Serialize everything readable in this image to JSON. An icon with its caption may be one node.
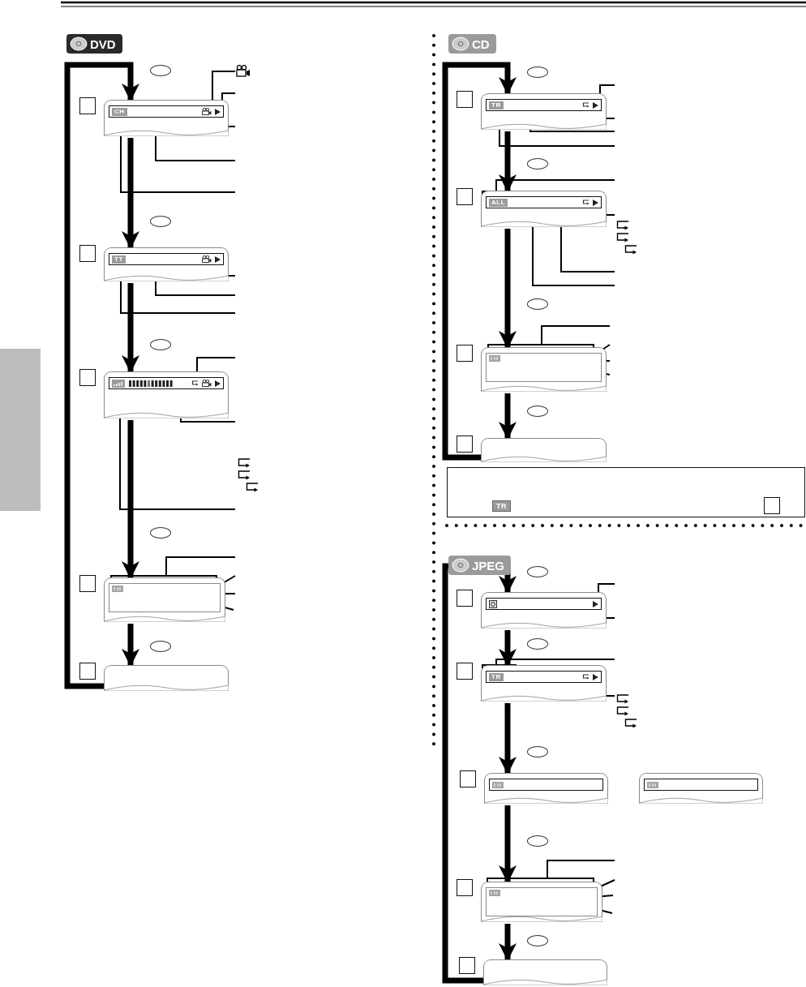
{
  "diagram": {
    "nodes": [
      {
        "text": [
          "CH"
        ]
      },
      {
        "text": [
          "TT"
        ]
      },
      {
        "text": [],
        "shape": "box"
      },
      {
        "text": [],
        "shape": "box"
      },
      {
        "text": [],
        "shape": "box"
      },
      {
        "text": [
          "TR"
        ]
      },
      {
        "text": [
          "ALL"
        ]
      },
      {
        "text": [],
        "shape": "box"
      },
      {
        "text": [],
        "shape": "box"
      },
      {
        "text": [],
        "shape": "box"
      },
      {
        "text": [
          "TR"
        ]
      },
      {
        "text": [],
        "shape": "box"
      },
      {
        "text": [],
        "shape": "box"
      },
      {
        "text": [],
        "shape": "box"
      },
      {
        "text": [],
        "shape": "box"
      },
      {
        "text": [],
        "shape": "bar"
      },
      {
        "text": [],
        "shape": "camera"
      }
    ],
    "edges": [
      {
        "from": 0,
        "to": 1,
        "arrow": "to",
        "style": "thick"
      },
      {
        "from": 1,
        "to": 2,
        "arrow": "to",
        "style": "thick"
      },
      {
        "from": 2,
        "to": 3,
        "arrow": "to",
        "style": "thick"
      },
      {
        "from": 3,
        "to": 4,
        "arrow": "to",
        "style": "thick"
      },
      {
        "from": 4,
        "to": 0,
        "arrow": "to",
        "style": "thick"
      },
      {
        "from": 5,
        "to": 6,
        "arrow": "to",
        "style": "thick"
      },
      {
        "from": 6,
        "to": 7,
        "arrow": "to",
        "style": "thick"
      },
      {
        "from": 7,
        "to": 8,
        "arrow": "to",
        "style": "thick"
      },
      {
        "from": 8,
        "to": 5,
        "arrow": "to",
        "style": "thick"
      },
      {
        "from": 9,
        "to": 10,
        "arrow": "to",
        "style": "thick"
      },
      {
        "from": 10,
        "to": 11,
        "arrow": "to",
        "style": "thick"
      },
      {
        "from": 11,
        "to": 13,
        "arrow": "to",
        "style": "thick"
      },
      {
        "from": 13,
        "to": 14,
        "arrow": "to",
        "style": "thick"
      },
      {
        "from": 14,
        "to": 9,
        "arrow": "to",
        "style": "thick"
      },
      {
        "from": 0,
        "to": 16,
        "arrow": "none"
      },
      {
        "from": 0,
        "to": null,
        "arrow": "none"
      },
      {
        "from": 0,
        "to": null,
        "arrow": "none"
      },
      {
        "from": 0,
        "to": null,
        "arrow": "none"
      },
      {
        "from": 0,
        "to": null,
        "arrow": "none"
      },
      {
        "from": 1,
        "to": null,
        "arrow": "none"
      },
      {
        "from": 1,
        "to": null,
        "arrow": "none"
      },
      {
        "from": 1,
        "to": null,
        "arrow": "none"
      },
      {
        "from": 2,
        "to": null,
        "arrow": "none"
      },
      {
        "from": 2,
        "to": null,
        "arrow": "none"
      },
      {
        "from": 2,
        "to": null,
        "arrow": "none"
      },
      {
        "from": 3,
        "to": null,
        "arrow": "none"
      },
      {
        "from": 3,
        "to": null,
        "arrow": "none"
      },
      {
        "from": 3,
        "to": null,
        "arrow": "none"
      },
      {
        "from": 3,
        "to": null,
        "arrow": "none"
      },
      {
        "from": 5,
        "to": null,
        "arrow": "none"
      },
      {
        "from": 5,
        "to": null,
        "arrow": "none"
      },
      {
        "from": 5,
        "to": null,
        "arrow": "none"
      },
      {
        "from": 5,
        "to": null,
        "arrow": "none"
      },
      {
        "from": 6,
        "to": null,
        "arrow": "none"
      },
      {
        "from": 6,
        "to": null,
        "arrow": "none"
      },
      {
        "from": 6,
        "to": null,
        "arrow": "none"
      },
      {
        "from": 6,
        "to": null,
        "arrow": "none"
      },
      {
        "from": 7,
        "to": null,
        "arrow": "none"
      },
      {
        "from": 7,
        "to": null,
        "arrow": "none"
      },
      {
        "from": 7,
        "to": null,
        "arrow": "none"
      },
      {
        "from": 7,
        "to": null,
        "arrow": "none"
      },
      {
        "from": 9,
        "to": null,
        "arrow": "none"
      },
      {
        "from": 9,
        "to": null,
        "arrow": "none"
      },
      {
        "from": 10,
        "to": null,
        "arrow": "none"
      },
      {
        "from": 10,
        "to": null,
        "arrow": "none"
      },
      {
        "from": 13,
        "to": null,
        "arrow": "none"
      },
      {
        "from": 13,
        "to": null,
        "arrow": "none"
      },
      {
        "from": 13,
        "to": null,
        "arrow": "none"
      },
      {
        "from": 13,
        "to": null,
        "arrow": "none"
      }
    ],
    "labels": [
      "DVD",
      "CD",
      "JPEG",
      "TR"
    ]
  }
}
